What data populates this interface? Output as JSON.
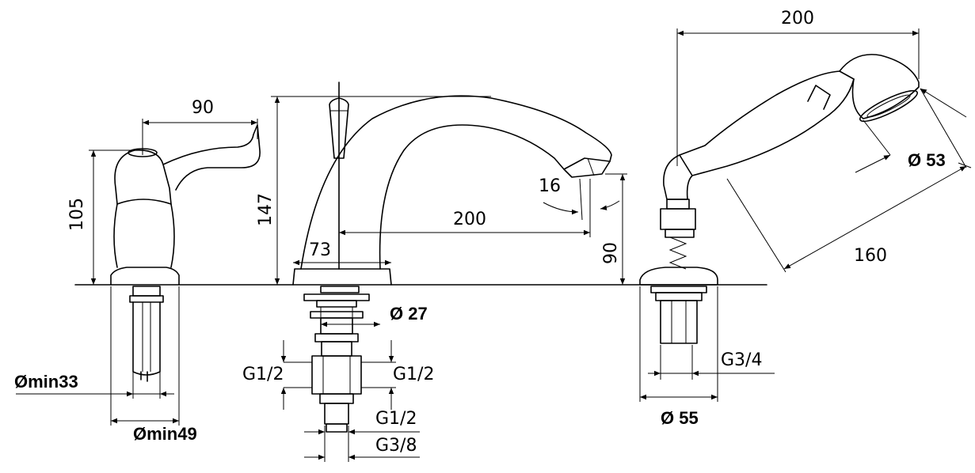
{
  "dimensions": {
    "mixer_handle_reach": "90",
    "mixer_height": "105",
    "mixer_hole_min_inner": "Ømin33",
    "mixer_hole_min_outer": "Ømin49",
    "spout_height": "147",
    "spout_base_width": "73",
    "spout_reach": "200",
    "spout_outlet_angle": "16",
    "spout_outlet_height": "90",
    "spout_shank_diameter": "Ø 27",
    "connector_left_thread": "G1/2",
    "connector_right_thread": "G1/2",
    "connector_outlet_thread": "G1/2",
    "connector_outlet_thread_small": "G3/8",
    "shower_reach": "200",
    "shower_head_diameter": "Ø 53",
    "shower_handle_length": "160",
    "shower_thread": "G3/4",
    "shower_base_diameter": "Ø 55"
  }
}
